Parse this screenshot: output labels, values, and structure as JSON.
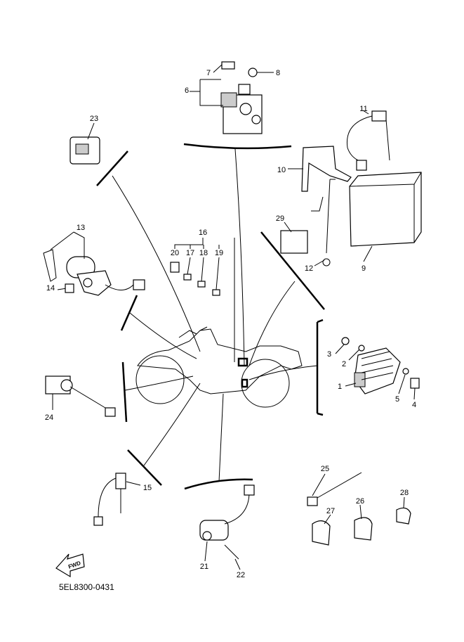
{
  "diagram_code": "5EL8300-0431",
  "fwd_label": "FWD",
  "callouts": [
    {
      "n": "1"
    },
    {
      "n": "2"
    },
    {
      "n": "3"
    },
    {
      "n": "4"
    },
    {
      "n": "5"
    },
    {
      "n": "6"
    },
    {
      "n": "7"
    },
    {
      "n": "8"
    },
    {
      "n": "9"
    },
    {
      "n": "10"
    },
    {
      "n": "11"
    },
    {
      "n": "12"
    },
    {
      "n": "13"
    },
    {
      "n": "14"
    },
    {
      "n": "15"
    },
    {
      "n": "16"
    },
    {
      "n": "17"
    },
    {
      "n": "18"
    },
    {
      "n": "19"
    },
    {
      "n": "20"
    },
    {
      "n": "21"
    },
    {
      "n": "22"
    },
    {
      "n": "23"
    },
    {
      "n": "24"
    },
    {
      "n": "25"
    },
    {
      "n": "26"
    },
    {
      "n": "27"
    },
    {
      "n": "28"
    },
    {
      "n": "29"
    }
  ]
}
